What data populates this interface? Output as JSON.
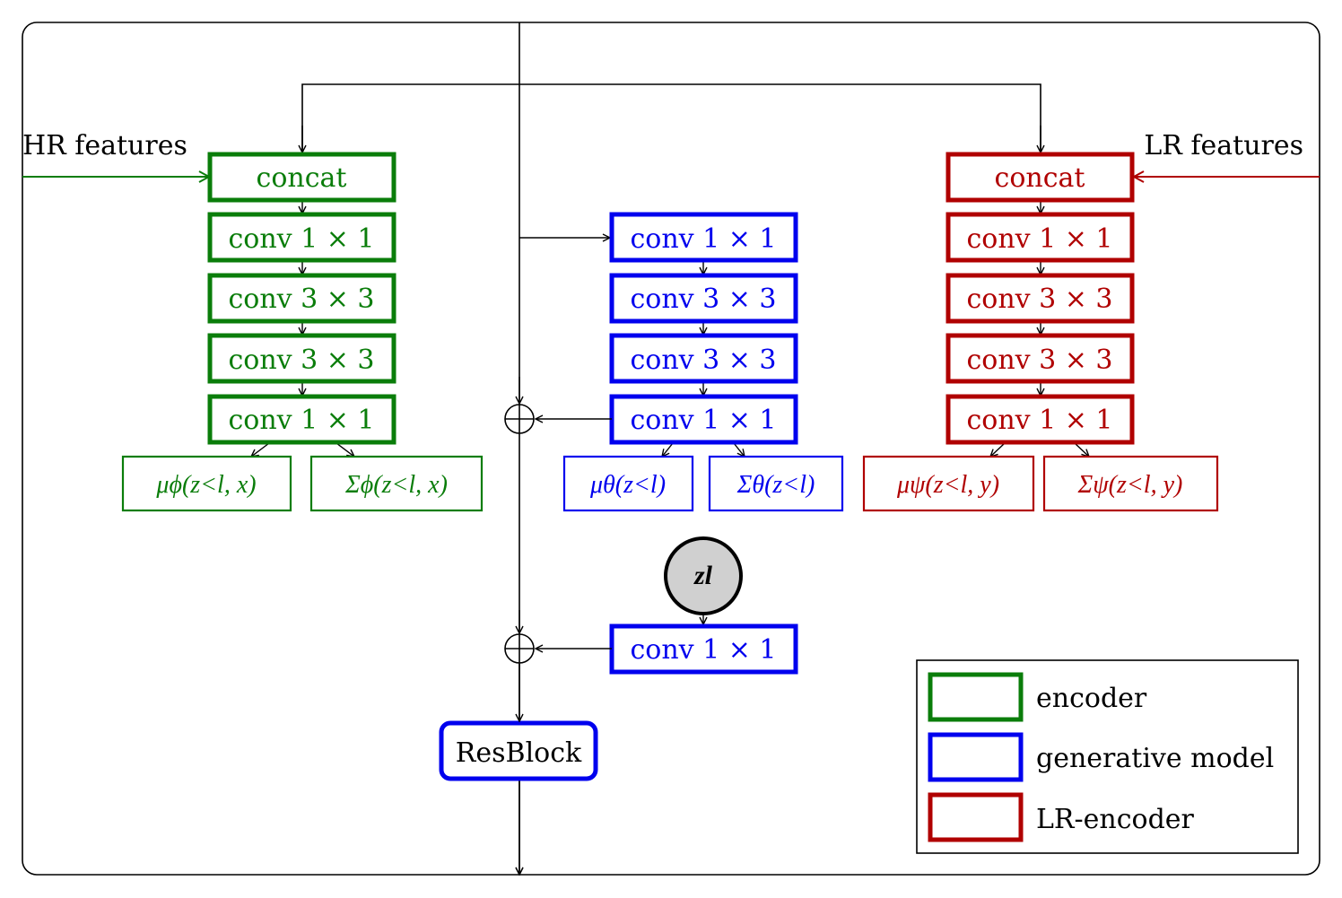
{
  "inputs": {
    "hr_label": "HR features",
    "lr_label": "LR features"
  },
  "colors": {
    "encoder": "#0a7d0a",
    "generative": "#0000ee",
    "lr_encoder": "#b00000",
    "line": "#000000",
    "latent_fill": "#d0d0d0"
  },
  "encoder": {
    "layers": [
      "concat",
      "conv 1 × 1",
      "conv 3 × 3",
      "conv 3 × 3",
      "conv 1 × 1"
    ],
    "outputs": [
      "μϕ(z<l, x)",
      "Σϕ(z<l, x)"
    ]
  },
  "generative": {
    "layers": [
      "conv 1 × 1",
      "conv 3 × 3",
      "conv 3 × 3",
      "conv 1 × 1"
    ],
    "outputs": [
      "μθ(z<l)",
      "Σθ(z<l)"
    ],
    "latent": "zl",
    "latent_conv": "conv 1 × 1",
    "resblock": "ResBlock"
  },
  "lr_encoder": {
    "layers": [
      "concat",
      "conv 1 × 1",
      "conv 3 × 3",
      "conv 3 × 3",
      "conv 1 × 1"
    ],
    "outputs": [
      "μψ(z<l, y)",
      "Σψ(z<l, y)"
    ]
  },
  "legend": {
    "items": [
      {
        "label": "encoder",
        "color_key": "encoder"
      },
      {
        "label": "generative model",
        "color_key": "generative"
      },
      {
        "label": "LR-encoder",
        "color_key": "lr_encoder"
      }
    ]
  }
}
